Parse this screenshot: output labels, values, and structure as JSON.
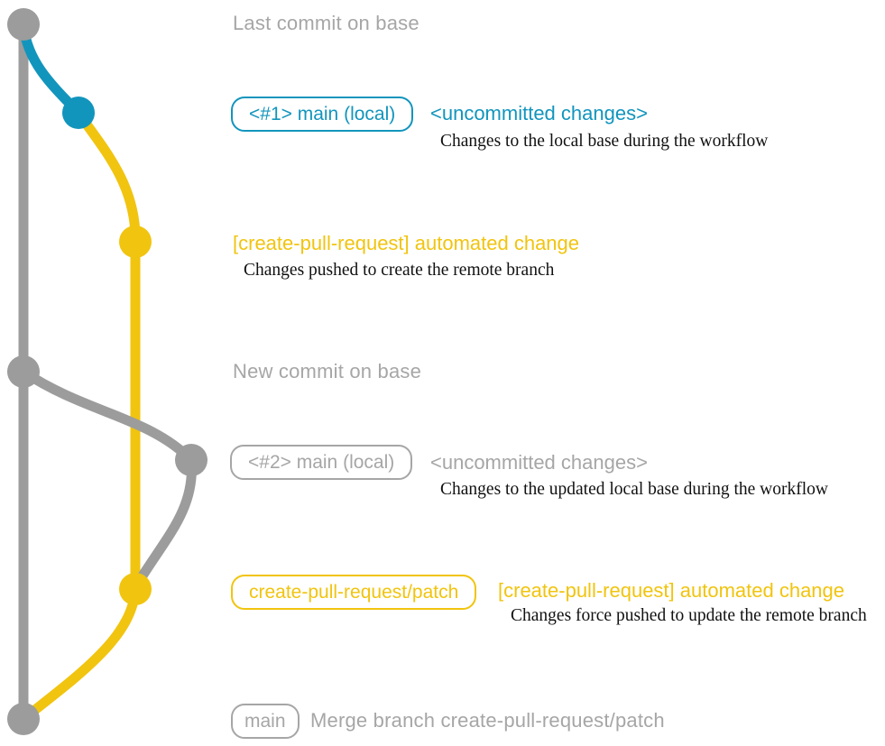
{
  "colors": {
    "gray": "#9c9c9c",
    "gray-text": "#a6a6a6",
    "blue": "#1295bd",
    "yellow": "#f1c40f",
    "ink": "#111111",
    "bg": "#ffffff"
  },
  "graph": {
    "description": "git branch graph with commits",
    "commits": [
      {
        "id": "base-last",
        "color": "gray"
      },
      {
        "id": "main-local-1",
        "color": "blue"
      },
      {
        "id": "cpr-automated-1",
        "color": "yellow"
      },
      {
        "id": "base-new",
        "color": "gray"
      },
      {
        "id": "main-local-2",
        "color": "gray"
      },
      {
        "id": "cpr-automated-2",
        "color": "yellow"
      },
      {
        "id": "merge",
        "color": "gray"
      }
    ]
  },
  "annotations": {
    "row1": {
      "label": "Last commit on base"
    },
    "row2": {
      "badge": "<#1> main (local)",
      "title": "<uncommitted changes>",
      "desc": "Changes to the local base during the workflow"
    },
    "row3": {
      "title": "[create-pull-request] automated change",
      "desc": "Changes pushed to create the remote branch"
    },
    "row4": {
      "label": "New commit on base"
    },
    "row5": {
      "badge": "<#2> main (local)",
      "title": "<uncommitted changes>",
      "desc": "Changes to the updated local base during the workflow"
    },
    "row6": {
      "badge": "create-pull-request/patch",
      "title": "[create-pull-request] automated change",
      "desc": "Changes force pushed to update the remote branch"
    },
    "row7": {
      "badge": "main",
      "label": "Merge branch create-pull-request/patch"
    }
  }
}
